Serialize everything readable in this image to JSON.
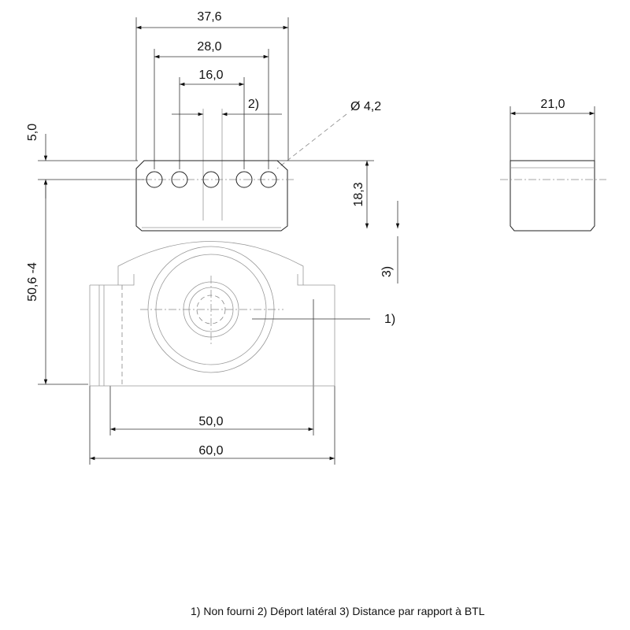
{
  "dimensions": {
    "top_width": "37,6",
    "hole_span_outer": "28,0",
    "hole_span_inner": "16,0",
    "lateral_offset_ref": "2)",
    "hole_diameter_symbol": "Ø",
    "hole_diameter": "4,2",
    "top_offset": "5,0",
    "center_height": "18,3",
    "distance_ref": "3)",
    "total_height": "50,6 -4",
    "bottom_inner_width": "50,0",
    "bottom_total_width": "60,0",
    "side_width": "21,0",
    "not_supplied_ref": "1)"
  },
  "footnote": "1) Non fourni  2) Déport latéral  3) Distance par rapport à BTL",
  "colors": {
    "line": "#222222",
    "text": "#111111",
    "hidden_line": "#888888"
  }
}
